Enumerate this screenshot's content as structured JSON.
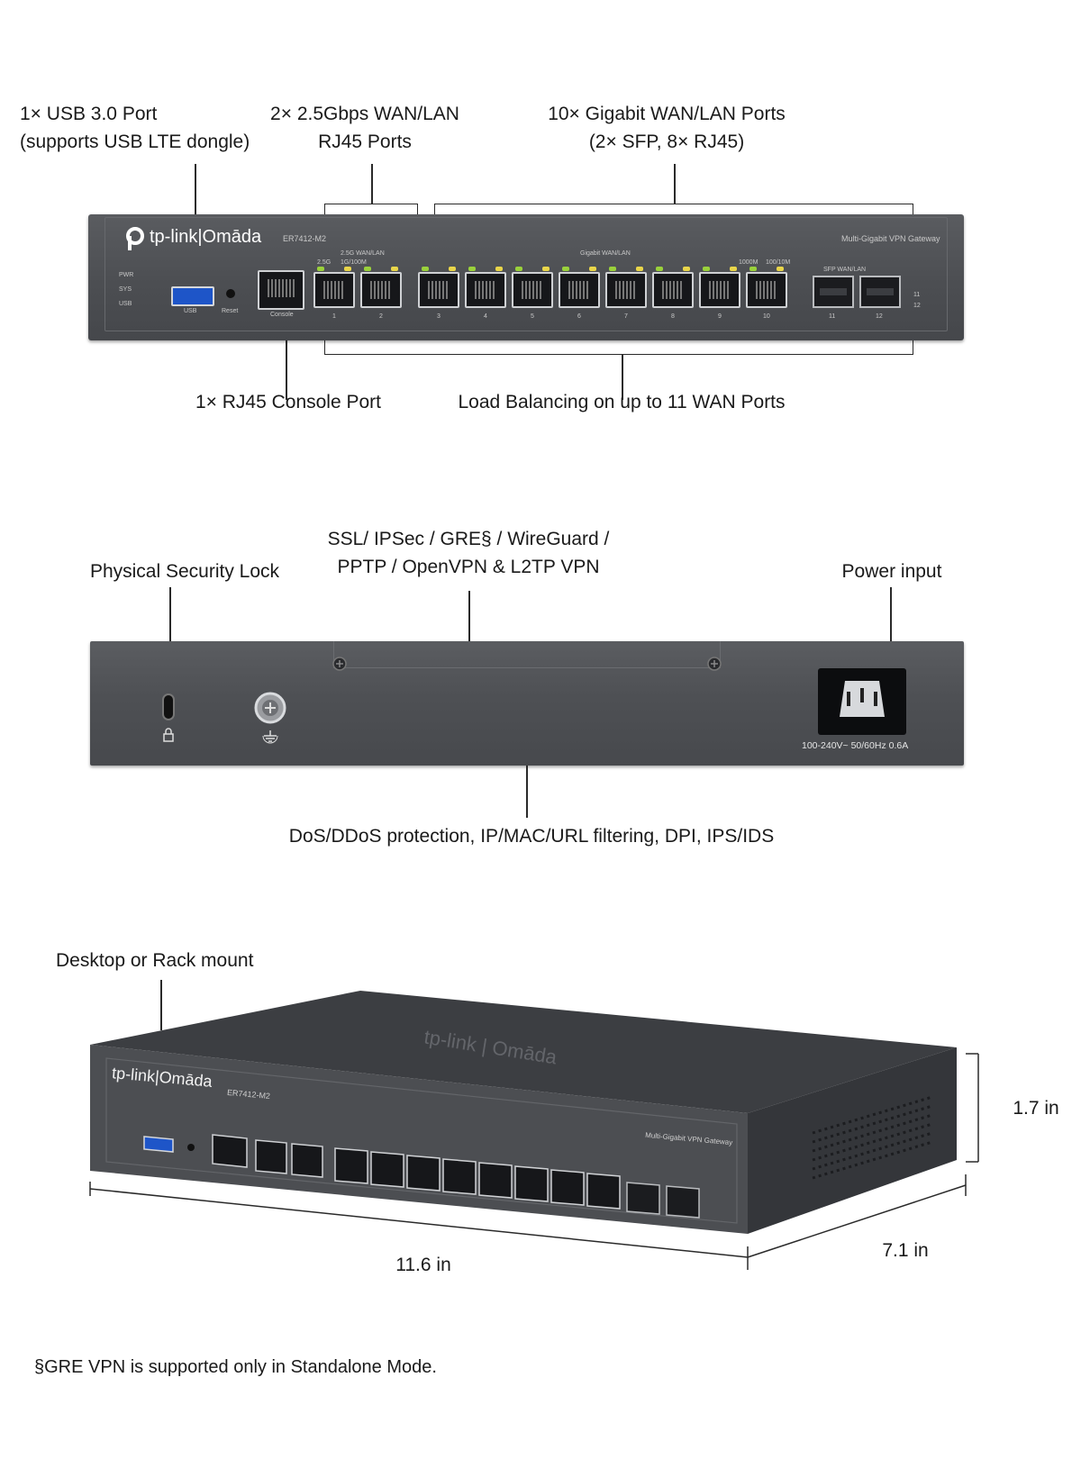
{
  "front_panel": {
    "callouts": {
      "usb_line1": "1× USB 3.0 Port",
      "usb_line2": "(supports USB LTE dongle)",
      "wan25_line1": "2× 2.5Gbps WAN/LAN",
      "wan25_line2": "RJ45 Ports",
      "gigabit_line1": "10× Gigabit WAN/LAN Ports",
      "gigabit_line2": "(2× SFP, 8× RJ45)",
      "console": "1× RJ45 Console Port",
      "load_balancing": "Load Balancing on up to 11 WAN Ports"
    },
    "device": {
      "brand": "tp-link|Omāda",
      "model": "ER7412-M2",
      "product_line": "Multi-Gigabit VPN Gateway",
      "led_labels": [
        "PWR",
        "SYS",
        "USB"
      ],
      "usb_label": "USB",
      "reset_label": "Reset",
      "console_label": "Console",
      "group_25g": "2.5G WAN/LAN",
      "group_gigabit": "Gigabit WAN/LAN",
      "group_sfp": "SFP WAN/LAN",
      "speed_25g": "2.5G",
      "speed_10g": "1G/100M",
      "speed_1000m": "1000M",
      "speed_100m": "100/10M",
      "port_numbers": [
        "1",
        "2",
        "3",
        "4",
        "5",
        "6",
        "7",
        "8",
        "9",
        "10"
      ],
      "sfp_numbers": [
        "11",
        "12"
      ]
    }
  },
  "rear_panel": {
    "callouts": {
      "vpn_line1": "SSL/ IPSec / GRE§ / WireGuard /",
      "vpn_line2": "PPTP / OpenVPN & L2TP VPN",
      "security_lock": "Physical Security Lock",
      "power_input": "Power input",
      "protection": "DoS/DDoS protection, IP/MAC/URL filtering, DPI, IPS/IDS"
    },
    "power_rating": "100-240V~ 50/60Hz 0.6A"
  },
  "iso_view": {
    "callouts": {
      "mount": "Desktop or Rack mount",
      "height": "1.7 in",
      "width": "11.6 in",
      "depth": "7.1 in"
    },
    "top_logo": "tp-link | Omāda",
    "front_logo": "tp-link|Omāda",
    "model": "ER7412-M2",
    "product_line": "Multi-Gigabit VPN Gateway"
  },
  "footnote": "§GRE VPN is supported only in Standalone Mode."
}
